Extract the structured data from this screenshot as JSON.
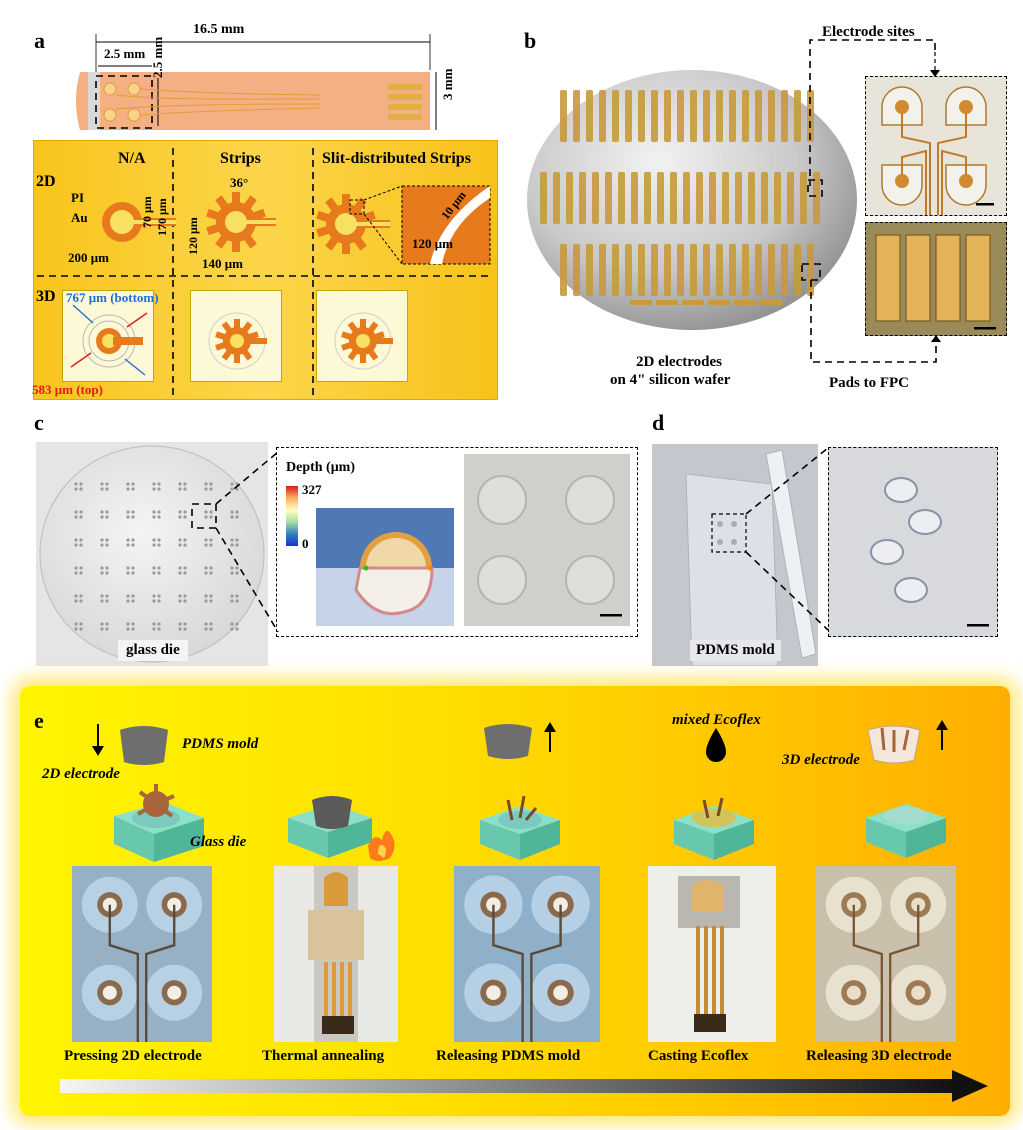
{
  "panels": {
    "a": {
      "letter": "a",
      "dim_total": "16.5 mm",
      "dim_site": "2.5 mm",
      "dim_site_v": "2.5 mm",
      "dim_height": "3 mm",
      "col_headers": [
        "N/A",
        "Strips",
        "Slit-distributed Strips"
      ],
      "row_2d": "2D",
      "row_3d": "3D",
      "pi": "PI",
      "au": "Au",
      "d70": "70 μm",
      "d170": "170 μm",
      "d200": "200 μm",
      "angle": "36°",
      "d120": "120 μm",
      "d140": "140 μm",
      "d10": "10 μm",
      "d120b": "120 μm",
      "bottom": "767 μm (bottom)",
      "top": "583 μm (top)"
    },
    "b": {
      "letter": "b",
      "electrode_sites": "Electrode sites",
      "wafer_label_1": "2D electrodes",
      "wafer_label_2": "on 4\" silicon wafer",
      "pads": "Pads to FPC"
    },
    "c": {
      "letter": "c",
      "glass_die": "glass die",
      "depth_title": "Depth (μm)",
      "depth_max": "327",
      "depth_min": "0"
    },
    "d": {
      "letter": "d",
      "pdms_mold": "PDMS mold"
    },
    "e": {
      "letter": "e",
      "pdms_mold": "PDMS mold",
      "electrode_2d": "2D electrode",
      "glass_die": "Glass die",
      "mixed_ecoflex": "mixed Ecoflex",
      "electrode_3d": "3D electrode",
      "steps": [
        "Pressing 2D electrode",
        "Thermal annealing",
        "Releasing PDMS mold",
        "Casting Ecoflex",
        "Releasing 3D electrode"
      ]
    }
  },
  "colors": {
    "orange_pi": "#f2a36b",
    "gold": "#e6b94a",
    "yellow_bg": "#f8c820",
    "electrode_orange": "#e87a1e"
  }
}
